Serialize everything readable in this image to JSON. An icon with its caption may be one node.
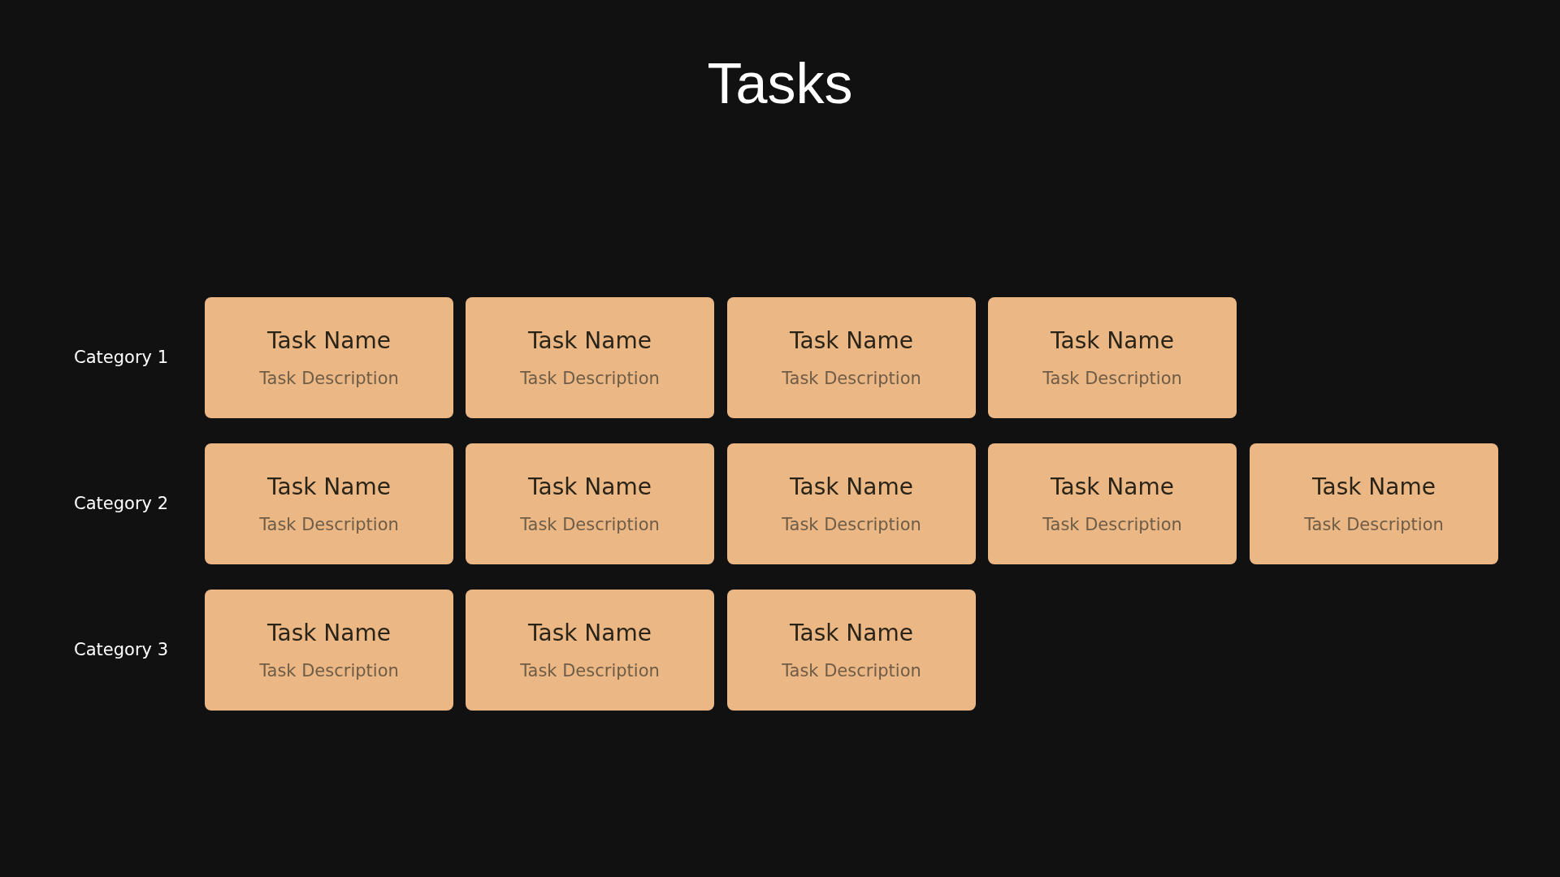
{
  "diagram": {
    "title": "Tasks",
    "nodes": [
      {
        "text": [
          "Task Name",
          "Task Description"
        ]
      },
      {
        "text": [
          "Task Name",
          "Task Description"
        ]
      },
      {
        "text": [
          "Task Name",
          "Task Description"
        ]
      },
      {
        "text": [
          "Task Name",
          "Task Description"
        ]
      },
      {
        "text": [
          "Task Name",
          "Task Description"
        ]
      },
      {
        "text": [
          "Task Name",
          "Task Description"
        ]
      },
      {
        "text": [
          "Task Name",
          "Task Description"
        ]
      },
      {
        "text": [
          "Task Name",
          "Task Description"
        ]
      },
      {
        "text": [
          "Task Name",
          "Task Description"
        ]
      },
      {
        "text": [
          "Task Name",
          "Task Description"
        ]
      },
      {
        "text": [
          "Task Name",
          "Task Description"
        ]
      },
      {
        "text": [
          "Task Name",
          "Task Description"
        ]
      }
    ],
    "labels": [
      "Category 1",
      "Category 2",
      "Category 3"
    ]
  }
}
